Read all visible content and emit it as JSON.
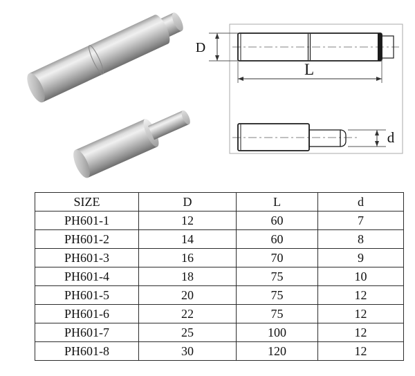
{
  "diagram": {
    "dim_labels": {
      "diameter": "D",
      "length": "L",
      "small_diameter": "d"
    }
  },
  "table": {
    "headers": [
      "SIZE",
      "D",
      "L",
      "d"
    ],
    "rows": [
      {
        "size": "PH601-1",
        "D": "12",
        "L": "60",
        "d": "7"
      },
      {
        "size": "PH601-2",
        "D": "14",
        "L": "60",
        "d": "8"
      },
      {
        "size": "PH601-3",
        "D": "16",
        "L": "70",
        "d": "9"
      },
      {
        "size": "PH601-4",
        "D": "18",
        "L": "75",
        "d": "10"
      },
      {
        "size": "PH601-5",
        "D": "20",
        "L": "75",
        "d": "12"
      },
      {
        "size": "PH601-6",
        "D": "22",
        "L": "75",
        "d": "12"
      },
      {
        "size": "PH601-7",
        "D": "25",
        "L": "100",
        "d": "12"
      },
      {
        "size": "PH601-8",
        "D": "30",
        "L": "120",
        "d": "12"
      }
    ]
  },
  "colors": {
    "metal_highlight": "#f0f0f0",
    "metal_shadow": "#6e6e6e",
    "drawing_line": "#1b1b1b",
    "frame_line": "#a8a8a8",
    "table_border": "#2b2b2b"
  }
}
